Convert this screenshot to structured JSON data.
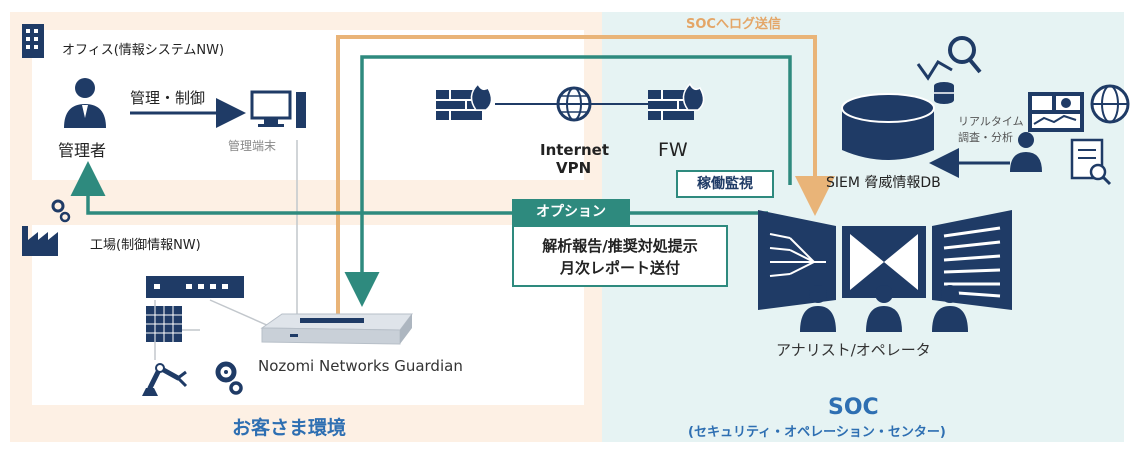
{
  "customer": {
    "title": "お客さま環境",
    "office_label": "オフィス(情報システムNW)",
    "admin_label": "管理者",
    "control_label": "管理・制御",
    "terminal_label": "管理端末",
    "factory_label": "工場(制御情報NW)",
    "guardian_label": "Nozomi Networks Guardian"
  },
  "network": {
    "internet_label": "Internet",
    "vpn_label": "VPN",
    "fw_label": "FW",
    "monitor_label": "稼働監視",
    "log_label": "SOCへログ送信"
  },
  "option": {
    "tag": "オプション",
    "line1": "解析報告/推奨対処提示",
    "line2": "月次レポート送付"
  },
  "soc": {
    "title": "SOC",
    "subtitle": "(セキュリティ・オペレーション・センター)",
    "siem_label": "SIEM 脅威情報DB",
    "realtime_line1": "リアルタイム",
    "realtime_line2": "調査・分析",
    "analyst_label": "アナリスト/オペレータ"
  },
  "colors": {
    "customer_bg": "#fdf0e4",
    "soc_bg": "#e6f3f3",
    "navy": "#1f3b66",
    "teal": "#2e8a7e",
    "orange": "#e9b478",
    "orange_text": "#e4a667",
    "blue_title": "#2e6fb2"
  }
}
